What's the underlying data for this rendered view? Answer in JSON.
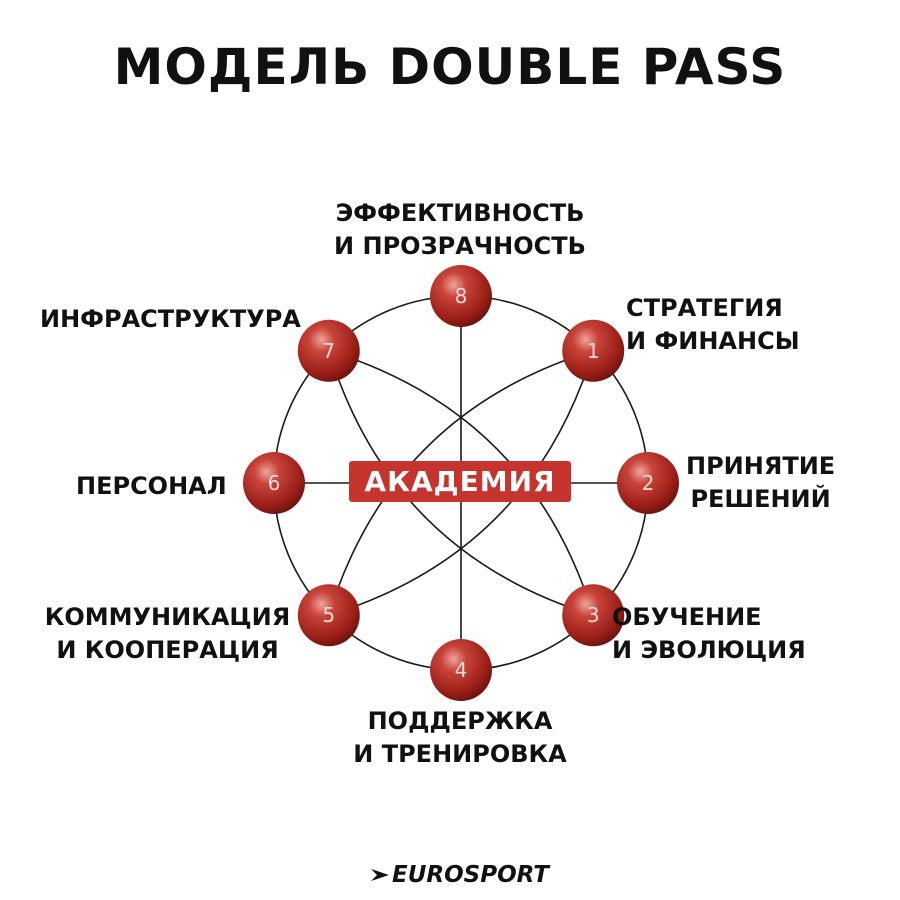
{
  "title": "МОДЕЛЬ DOUBLE PASS",
  "center": "АКАДЕМИЯ",
  "nodes": [
    {
      "number": "1",
      "label": "СТРАТЕГИЯ\nИ ФИНАНСЫ"
    },
    {
      "number": "2",
      "label": "ПРИНЯТИЕ\nРЕШЕНИЙ"
    },
    {
      "number": "3",
      "label": "ОБУЧЕНИЕ\nИ ЭВОЛЮЦИЯ"
    },
    {
      "number": "4",
      "label": "ПОДДЕРЖКА\nИ ТРЕНИРОВКА"
    },
    {
      "number": "5",
      "label": "КОММУНИКАЦИЯ\nИ КООПЕРАЦИЯ"
    },
    {
      "number": "6",
      "label": "ПЕРСОНАЛ"
    },
    {
      "number": "7",
      "label": "ИНФРАСТРУКТУРА"
    },
    {
      "number": "8",
      "label": "ЭФФЕКТИВНОСТЬ\nИ ПРОЗРАЧНОСТЬ"
    }
  ],
  "footer": "EUROSPORT",
  "colors": {
    "node": "#b02a23",
    "center": "#c6342d",
    "line": "#1a1a1a"
  }
}
